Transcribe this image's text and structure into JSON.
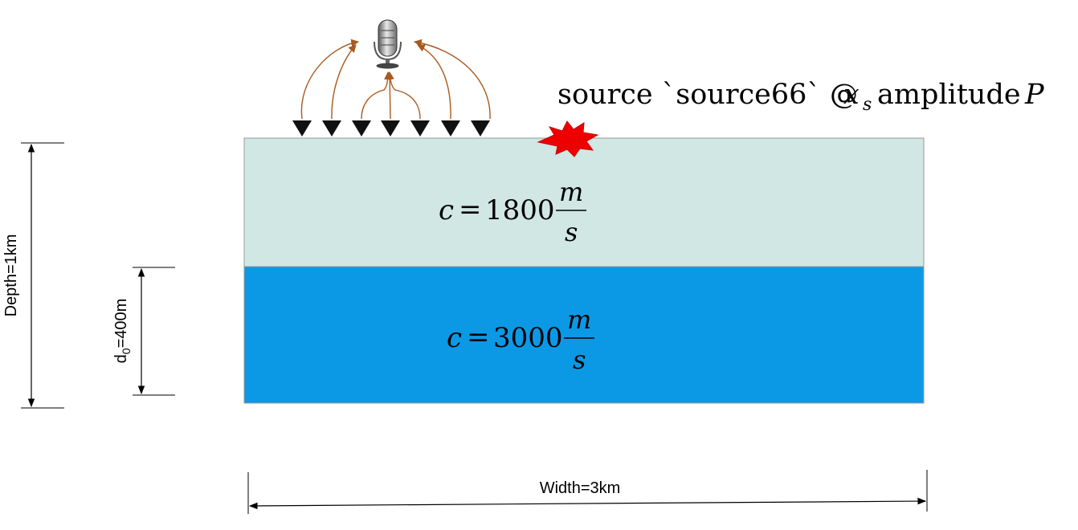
{
  "diagram": {
    "source_caption": {
      "prefix": "source `source66` @",
      "x_symbol": "x",
      "x_subscript": "s",
      "middle": "amplitude",
      "amp_symbol": "P"
    },
    "layers": [
      {
        "name_symbol": "c",
        "equals": "=",
        "value": "1800",
        "unit_numerator": "m",
        "unit_denominator": "s",
        "color": "#d0e7e3"
      },
      {
        "name_symbol": "c",
        "equals": "=",
        "value": "3000",
        "unit_numerator": "m",
        "unit_denominator": "s",
        "color": "#0b99e6"
      }
    ],
    "depth_label": "Depth=1km",
    "d0_label_main": "d",
    "d0_label_sub": "0",
    "d0_label_rest": "=400m",
    "width_label": "Width=3km",
    "colors": {
      "arrow_curves": "#a8591e",
      "explosion": "#ee0000",
      "layer_border": "#9a9a9a"
    }
  }
}
